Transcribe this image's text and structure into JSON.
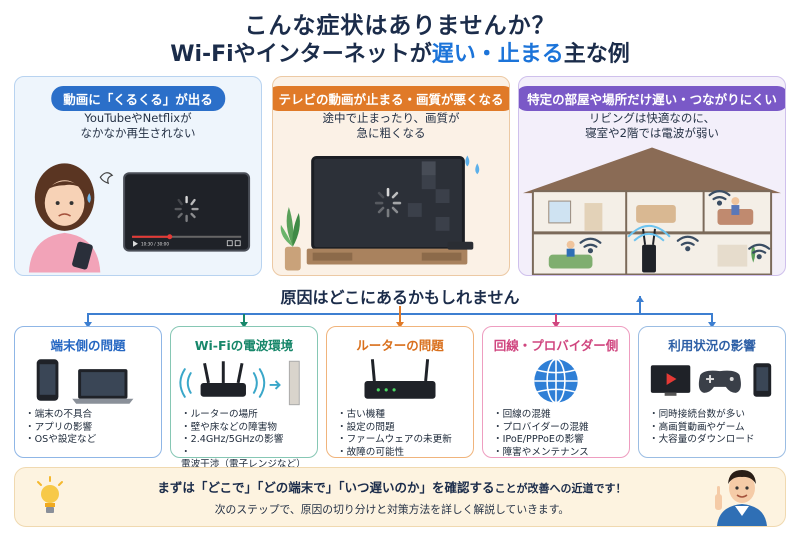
{
  "header": {
    "line1": "こんな症状はありませんか？",
    "line2_pre": "Wi-Fiやインターネットが",
    "line2_hl1": "遅い",
    "line2_sep": "・",
    "line2_hl2": "止まる",
    "line2_post": "主な例"
  },
  "symptoms": [
    {
      "pill": "動画に「くるくる」が出る",
      "line1": "YouTubeやNetflixが",
      "line2": "なかなか再生されない",
      "player_time": "10:30 / 30:00"
    },
    {
      "pill": "テレビの動画が止まる・画質が悪くなる",
      "line1": "途中で止まったり、画質が",
      "line2": "急に粗くなる"
    },
    {
      "pill": "特定の部屋や場所だけ遅い・つながりにくい",
      "line1": "リビングは快適なのに、",
      "line2": "寝室や2階では電波が弱い"
    }
  ],
  "cause_title": "原因はどこにあるかもしれません",
  "causes": [
    {
      "title": "端末側の問題",
      "items": [
        "端末の不具合",
        "アプリの影響",
        "OSや設定など"
      ]
    },
    {
      "title": "Wi-Fiの電波環境",
      "items": [
        "ルーターの場所",
        "壁や床などの障害物",
        "2.4GHz/5GHzの影響",
        "電波干渉（電子レンジなど）"
      ]
    },
    {
      "title": "ルーターの問題",
      "items": [
        "古い機種",
        "設定の問題",
        "ファームウェアの未更新",
        "故障の可能性"
      ]
    },
    {
      "title": "回線・プロバイダー側",
      "items": [
        "回線の混雑",
        "プロバイダーの混雑",
        "IPoE/PPPoEの影響",
        "障害やメンテナンス"
      ]
    },
    {
      "title": "利用状況の影響",
      "items": [
        "同時接続台数が多い",
        "高画質動画やゲーム",
        "大容量のダウンロード"
      ]
    }
  ],
  "footer": {
    "pre": "まずは「どこで」「どの端末で」「いつ遅いのか」を確認する",
    "post": "ことが改善への近道です！",
    "line2": "次のステップで、原因の切り分けと対策方法を詳しく解説していきます。"
  },
  "colors": {
    "accent_blue": "#1c74d9",
    "navy": "#1b2c4a",
    "orange": "#e07a28",
    "purple": "#7a59c7",
    "green": "#17876a",
    "pink": "#d0467f"
  }
}
